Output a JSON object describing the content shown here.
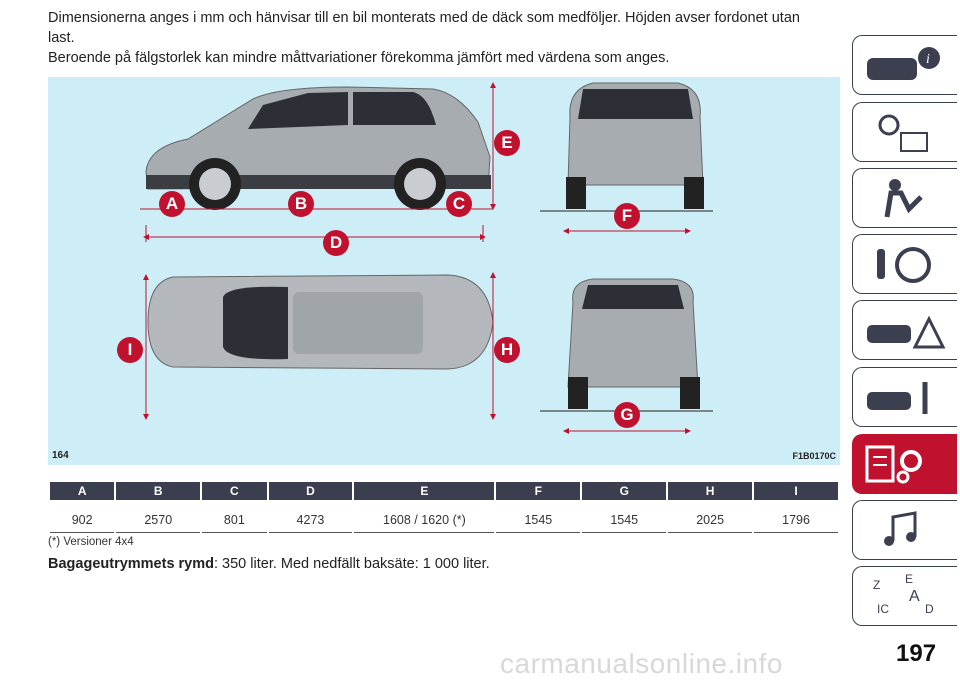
{
  "intro": {
    "line1": "Dimensionerna anges i mm och hänvisar till en bil monterats med de däck som medföljer. Höjden avser fordonet utan last.",
    "line2": "Beroende på fälgstorlek kan mindre måttvariationer förekomma jämfört med värdena som anges."
  },
  "figure": {
    "number": "164",
    "code": "F1B0170C",
    "labels": [
      "A",
      "B",
      "C",
      "D",
      "E",
      "F",
      "G",
      "H",
      "I"
    ],
    "colors": {
      "background": "#cdeef6",
      "label": "#c0122f",
      "car": "#9ea3a8"
    }
  },
  "table": {
    "headers": [
      "A",
      "B",
      "C",
      "D",
      "E",
      "F",
      "G",
      "H",
      "I"
    ],
    "values": [
      "902",
      "2570",
      "801",
      "4273",
      "1608 / 1620",
      "1545",
      "1545",
      "2025",
      "1796"
    ],
    "e_footnote_mark": "(*)"
  },
  "footnote": "(*) Versioner 4x4",
  "luggage": {
    "label": "Bagageutrymmets rymd",
    "text": ": 350 liter. Med nedfällt baksäte: 1 000 liter."
  },
  "sidebar": {
    "tabs": [
      "car-info-icon",
      "warning-lights-icon",
      "safety-icon",
      "starting-driving-icon",
      "emergency-icon",
      "maintenance-icon",
      "technical-data-icon",
      "multimedia-icon",
      "index-icon"
    ],
    "active_index": 6,
    "colors": {
      "active": "#c0122f",
      "outline": "#3b3f50"
    }
  },
  "page_number": "197",
  "watermark": "carmanualsonline.info"
}
